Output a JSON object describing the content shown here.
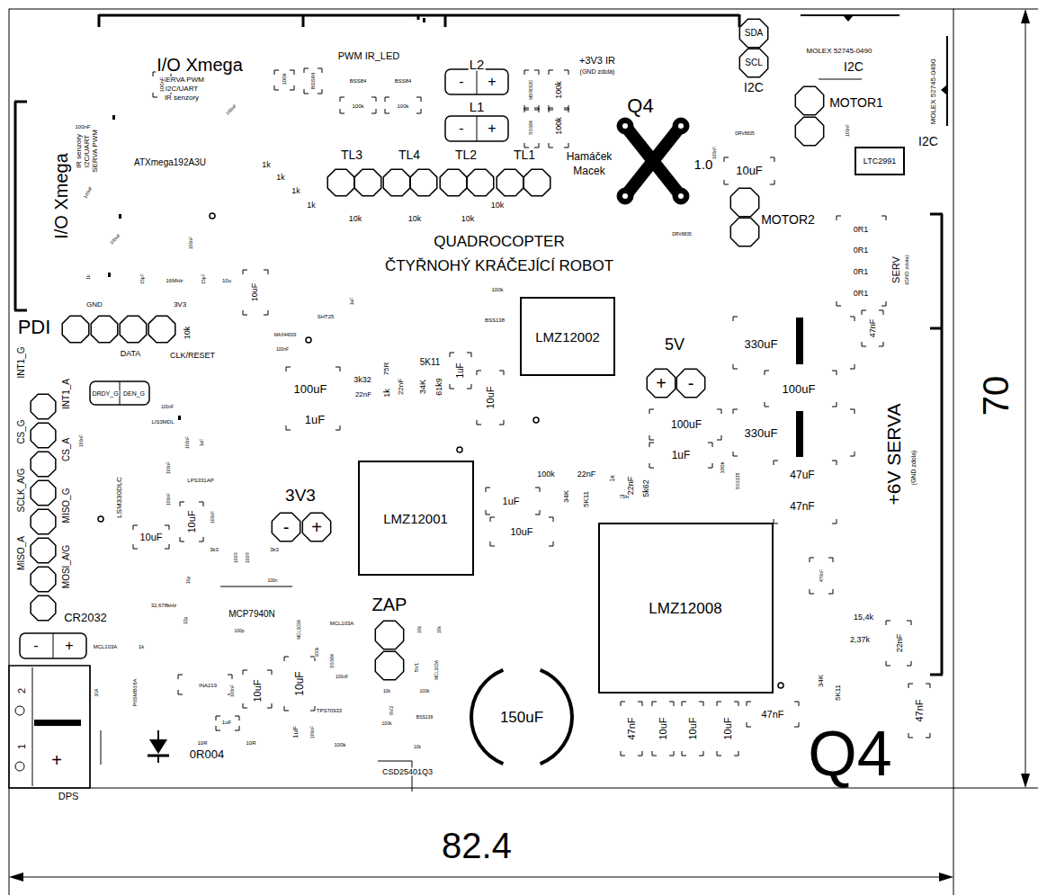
{
  "diagram": {
    "nodes": [
      {
        "text": [
          "LMZ12002"
        ]
      },
      {
        "text": [
          "LMZ12001"
        ]
      },
      {
        "text": [
          "LMZ12008"
        ]
      },
      {
        "text": [
          "150uF"
        ]
      },
      {
        "text": [
          "LTC2991"
        ]
      },
      {
        "text": [
          "SDA"
        ]
      },
      {
        "text": [
          "SCL"
        ]
      }
    ],
    "labels": [
      "I/O Xmega",
      "SERVA PWM",
      "I2C/UART",
      "IR senzory",
      "100nF",
      "100k",
      "BSS84",
      "PWM IR_LED",
      "BSS84",
      "BSS84",
      "100k",
      "100k",
      "L2",
      "-",
      "+",
      "L1",
      "-",
      "+",
      "+3V3 IR",
      "(GND zdola)",
      "MBR0520",
      "100k",
      "BSS84",
      "100k",
      "Q4",
      "Hamáček",
      "Macek",
      "1.0",
      "DRV8835",
      "100nF",
      "10uF",
      "DRV8835",
      "MOTOR2",
      "MOTOR1",
      "MOLEX 52745-0490",
      "I2C",
      "MOLEX 52745-0490",
      "I2C",
      "100nF",
      "I2C",
      "I/O Xmega",
      "IR senzory",
      "I2C/UART",
      "SERVA PWM",
      "100nF",
      "100nF",
      "ATXmega192A3U",
      "100nF",
      "1k",
      "1k",
      "1k",
      "1k",
      "TL3",
      "TL4",
      "TL2",
      "TL1",
      "10k",
      "10k",
      "10k",
      "10k",
      "QUADROCOPTER",
      "ČTYŘNOHÝ KRÁČEJÍCÍ ROBOT",
      "100nF",
      "100nF",
      "1k",
      "15pF",
      "16MHz",
      "15pF",
      "10u",
      "10uF",
      "1uF",
      "SHT25",
      "MAX44009",
      "100nF",
      "100k",
      "BSS138",
      "PDI",
      "GND",
      "3V3",
      "DATA",
      "CLK/RESET",
      "10k",
      "100uF",
      "3k32",
      "22nF",
      "75R",
      "1k",
      "22nF",
      "5K11",
      "34K",
      "61k9",
      "1uF",
      "10uF",
      "1uF",
      "5V",
      "+",
      "-",
      "330uF",
      "100uF",
      "330uF",
      "47nF",
      "0R1",
      "0R1",
      "0R1",
      "0R1",
      "SERV",
      "(GND zdola)",
      "100uF",
      "1uF",
      "100k",
      "BSS138",
      "47uF",
      "47nF",
      "+6V SERVA",
      "(GND zdola)",
      "70",
      "100k",
      "22nF",
      "34K",
      "5K11",
      "1k",
      "75R",
      "22nF",
      "5k62",
      "1uF",
      "10uF",
      "INT1_G",
      "INT1_A",
      "CS_G",
      "CS_A",
      "SCLK_A/G",
      "MISO_G",
      "MISO_A",
      "MOSI_A/G",
      "DRDY_G",
      "DEN_G",
      "100nF",
      "LIS3MDL",
      "100nF",
      "LSM330DLC",
      "100nF",
      "1uF",
      "100nF",
      "LPS331AP",
      "100nF",
      "10uF",
      "100nF",
      "10uF",
      "3k3",
      "100R",
      "100R",
      "3k3",
      "100n",
      "3V3",
      "-",
      "+",
      "10p",
      "32,678kHz",
      "12p",
      "MCP7940N",
      "100p",
      "CR2032",
      "-",
      "+",
      "MCL103A",
      "1k",
      "ZAP",
      "MCL103A",
      "10k",
      "10k",
      "MCL103A",
      "100k",
      "BSS84",
      "100nF",
      "MCL103A",
      "5V1",
      "10k",
      "100k",
      "6V2",
      "100k",
      "BSS138",
      "10k",
      "TPS70933",
      "10uF",
      "1uF",
      "100nF",
      "100k",
      "CSD25401Q3",
      "INA219",
      "100nF",
      "10uF",
      "1uF",
      "10R",
      "10R",
      "0R004",
      "P6SMB18A",
      "2",
      "1",
      "+",
      "10A",
      "DPS",
      "47nF",
      "10uF",
      "10uF",
      "10uF",
      "47nF",
      "470nF",
      "15,4k",
      "2,37k",
      "22nF",
      "34K",
      "5K11",
      "47nF",
      "Q4",
      "82.4"
    ]
  }
}
